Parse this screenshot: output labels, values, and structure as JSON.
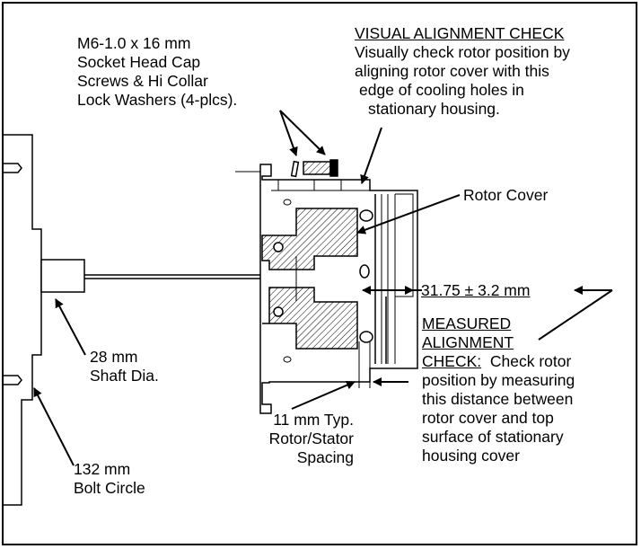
{
  "labels": {
    "screws": [
      "M6-1.0 x 16 mm",
      "Socket Head Cap",
      "Screws & Hi Collar",
      "Lock Washers (4-plcs)."
    ],
    "visual_check_title": "VISUAL ALIGNMENT CHECK",
    "visual_check_body": [
      "Visually check rotor position by",
      "aligning rotor cover with this",
      "edge of cooling holes in",
      "stationary housing."
    ],
    "rotor_cover": "Rotor Cover",
    "measurement": "31.75 ± 3.2 mm",
    "measured_check_title": [
      "MEASURED",
      "ALIGNMENT",
      "CHECK:"
    ],
    "measured_check_body_first": "Check rotor",
    "measured_check_body": [
      "position by measuring",
      "this distance between",
      "rotor cover and top",
      "surface of stationary",
      "housing cover"
    ],
    "shaft": [
      "28 mm",
      "Shaft Dia."
    ],
    "spacing": [
      "11 mm Typ.",
      "Rotor/Stator",
      "Spacing"
    ],
    "bolt_circle": [
      "132 mm",
      "Bolt Circle"
    ]
  }
}
